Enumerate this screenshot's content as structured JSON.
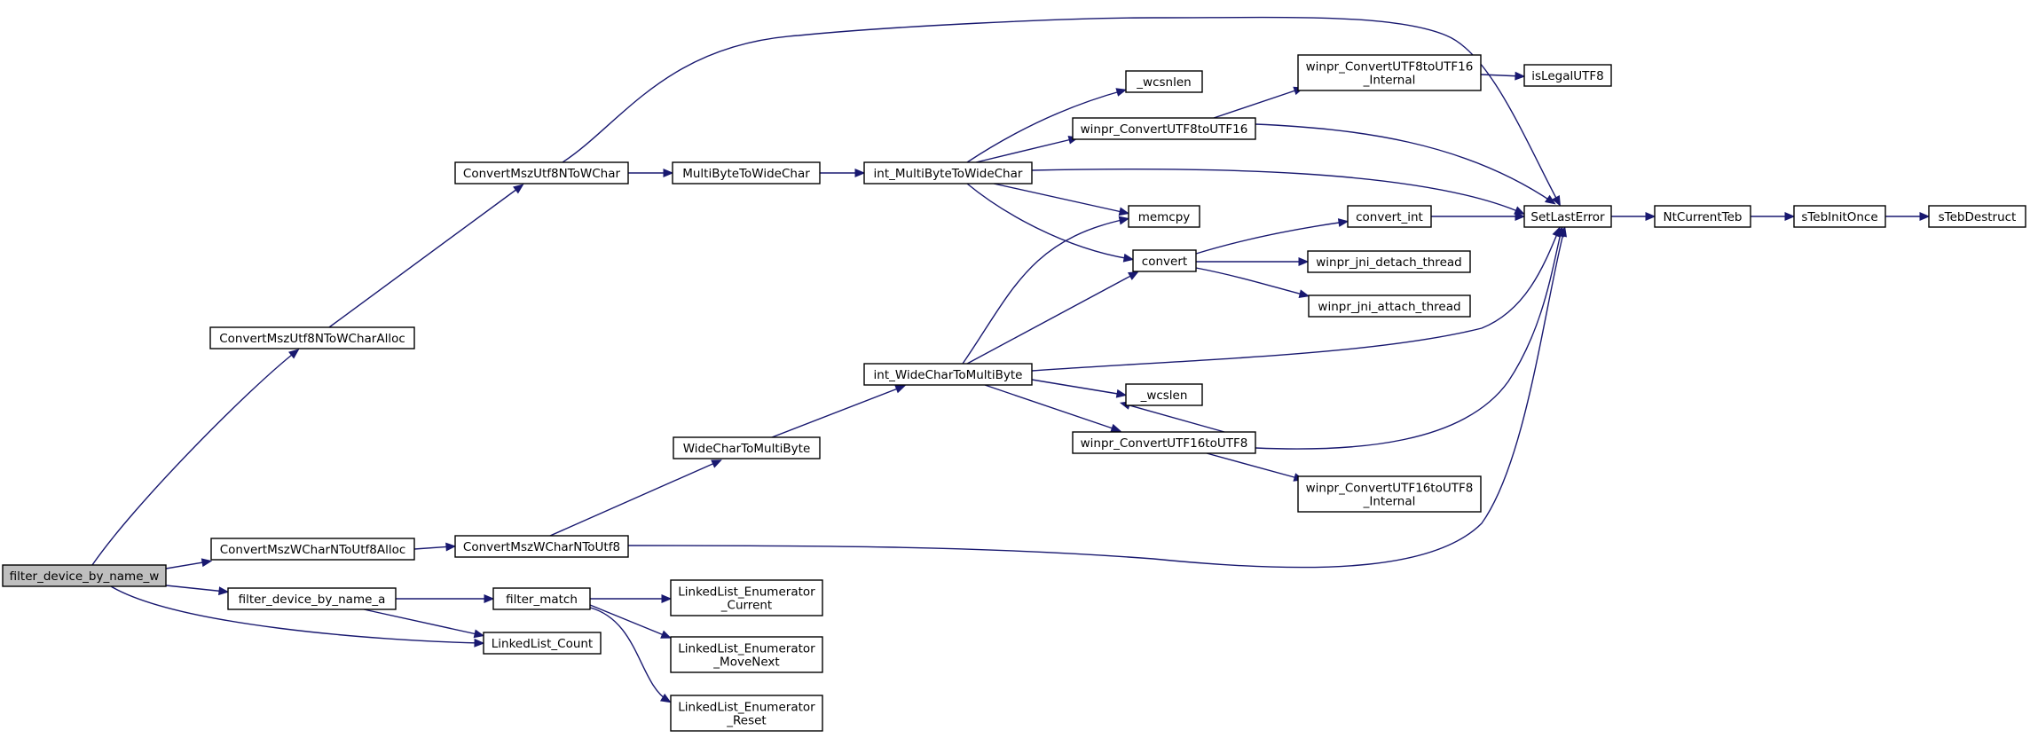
{
  "graph": {
    "root": "filter_device_by_name_w",
    "colors": {
      "edge": "#191970",
      "node_fill": "#ffffff",
      "root_fill": "#bfbfbf",
      "border": "#000000"
    },
    "nodes": [
      {
        "id": "filter_device_by_name_w",
        "lines": [
          "filter_device_by_name_w"
        ]
      },
      {
        "id": "ConvertMszUtf8NToWCharAlloc",
        "lines": [
          "ConvertMszUtf8NToWCharAlloc"
        ]
      },
      {
        "id": "ConvertMszWCharNToUtf8Alloc",
        "lines": [
          "ConvertMszWCharNToUtf8Alloc"
        ]
      },
      {
        "id": "filter_device_by_name_a",
        "lines": [
          "filter_device_by_name_a"
        ]
      },
      {
        "id": "LinkedList_Count",
        "lines": [
          "LinkedList_Count"
        ]
      },
      {
        "id": "ConvertMszUtf8NToWChar",
        "lines": [
          "ConvertMszUtf8NToWChar"
        ]
      },
      {
        "id": "ConvertMszWCharNToUtf8",
        "lines": [
          "ConvertMszWCharNToUtf8"
        ]
      },
      {
        "id": "filter_match",
        "lines": [
          "filter_match"
        ]
      },
      {
        "id": "MultiByteToWideChar",
        "lines": [
          "MultiByteToWideChar"
        ]
      },
      {
        "id": "WideCharToMultiByte",
        "lines": [
          "WideCharToMultiByte"
        ]
      },
      {
        "id": "LinkedList_Enumerator_Current",
        "lines": [
          "LinkedList_Enumerator",
          "_Current"
        ]
      },
      {
        "id": "LinkedList_Enumerator_MoveNext",
        "lines": [
          "LinkedList_Enumerator",
          "_MoveNext"
        ]
      },
      {
        "id": "LinkedList_Enumerator_Reset",
        "lines": [
          "LinkedList_Enumerator",
          "_Reset"
        ]
      },
      {
        "id": "int_MultiByteToWideChar",
        "lines": [
          "int_MultiByteToWideChar"
        ]
      },
      {
        "id": "int_WideCharToMultiByte",
        "lines": [
          "int_WideCharToMultiByte"
        ]
      },
      {
        "id": "_wcsnlen",
        "lines": [
          "_wcsnlen"
        ]
      },
      {
        "id": "winpr_ConvertUTF8toUTF16",
        "lines": [
          "winpr_ConvertUTF8toUTF16"
        ]
      },
      {
        "id": "memcpy",
        "lines": [
          "memcpy"
        ]
      },
      {
        "id": "convert",
        "lines": [
          "convert"
        ]
      },
      {
        "id": "_wcslen",
        "lines": [
          "_wcslen"
        ]
      },
      {
        "id": "winpr_ConvertUTF16toUTF8",
        "lines": [
          "winpr_ConvertUTF16toUTF8"
        ]
      },
      {
        "id": "winpr_ConvertUTF8toUTF16_Internal",
        "lines": [
          "winpr_ConvertUTF8toUTF16",
          "_Internal"
        ]
      },
      {
        "id": "convert_int",
        "lines": [
          "convert_int"
        ]
      },
      {
        "id": "winpr_jni_detach_thread",
        "lines": [
          "winpr_jni_detach_thread"
        ]
      },
      {
        "id": "winpr_jni_attach_thread",
        "lines": [
          "winpr_jni_attach_thread"
        ]
      },
      {
        "id": "winpr_ConvertUTF16toUTF8_Internal",
        "lines": [
          "winpr_ConvertUTF16toUTF8",
          "_Internal"
        ]
      },
      {
        "id": "isLegalUTF8",
        "lines": [
          "isLegalUTF8"
        ]
      },
      {
        "id": "SetLastError",
        "lines": [
          "SetLastError"
        ]
      },
      {
        "id": "NtCurrentTeb",
        "lines": [
          "NtCurrentTeb"
        ]
      },
      {
        "id": "sTebInitOnce",
        "lines": [
          "sTebInitOnce"
        ]
      },
      {
        "id": "sTebDestruct",
        "lines": [
          "sTebDestruct"
        ]
      }
    ],
    "edges": [
      {
        "from": "filter_device_by_name_w",
        "to": "ConvertMszUtf8NToWCharAlloc"
      },
      {
        "from": "filter_device_by_name_w",
        "to": "ConvertMszWCharNToUtf8Alloc"
      },
      {
        "from": "filter_device_by_name_w",
        "to": "filter_device_by_name_a"
      },
      {
        "from": "filter_device_by_name_w",
        "to": "LinkedList_Count"
      },
      {
        "from": "ConvertMszUtf8NToWCharAlloc",
        "to": "ConvertMszUtf8NToWChar"
      },
      {
        "from": "ConvertMszUtf8NToWChar",
        "to": "MultiByteToWideChar"
      },
      {
        "from": "ConvertMszUtf8NToWChar",
        "to": "SetLastError"
      },
      {
        "from": "MultiByteToWideChar",
        "to": "int_MultiByteToWideChar"
      },
      {
        "from": "int_MultiByteToWideChar",
        "to": "_wcsnlen"
      },
      {
        "from": "int_MultiByteToWideChar",
        "to": "winpr_ConvertUTF8toUTF16"
      },
      {
        "from": "int_MultiByteToWideChar",
        "to": "SetLastError"
      },
      {
        "from": "int_MultiByteToWideChar",
        "to": "memcpy"
      },
      {
        "from": "int_MultiByteToWideChar",
        "to": "convert"
      },
      {
        "from": "winpr_ConvertUTF8toUTF16",
        "to": "winpr_ConvertUTF8toUTF16_Internal"
      },
      {
        "from": "winpr_ConvertUTF8toUTF16",
        "to": "SetLastError"
      },
      {
        "from": "winpr_ConvertUTF8toUTF16_Internal",
        "to": "isLegalUTF8"
      },
      {
        "from": "convert",
        "to": "convert_int"
      },
      {
        "from": "convert",
        "to": "winpr_jni_detach_thread"
      },
      {
        "from": "convert",
        "to": "winpr_jni_attach_thread"
      },
      {
        "from": "convert_int",
        "to": "SetLastError"
      },
      {
        "from": "SetLastError",
        "to": "NtCurrentTeb"
      },
      {
        "from": "NtCurrentTeb",
        "to": "sTebInitOnce"
      },
      {
        "from": "sTebInitOnce",
        "to": "sTebDestruct"
      },
      {
        "from": "ConvertMszWCharNToUtf8Alloc",
        "to": "ConvertMszWCharNToUtf8"
      },
      {
        "from": "ConvertMszWCharNToUtf8",
        "to": "WideCharToMultiByte"
      },
      {
        "from": "ConvertMszWCharNToUtf8",
        "to": "SetLastError"
      },
      {
        "from": "WideCharToMultiByte",
        "to": "int_WideCharToMultiByte"
      },
      {
        "from": "int_WideCharToMultiByte",
        "to": "memcpy"
      },
      {
        "from": "int_WideCharToMultiByte",
        "to": "convert"
      },
      {
        "from": "int_WideCharToMultiByte",
        "to": "SetLastError"
      },
      {
        "from": "int_WideCharToMultiByte",
        "to": "_wcslen"
      },
      {
        "from": "int_WideCharToMultiByte",
        "to": "winpr_ConvertUTF16toUTF8"
      },
      {
        "from": "winpr_ConvertUTF16toUTF8",
        "to": "_wcslen"
      },
      {
        "from": "winpr_ConvertUTF16toUTF8",
        "to": "SetLastError"
      },
      {
        "from": "winpr_ConvertUTF16toUTF8",
        "to": "winpr_ConvertUTF16toUTF8_Internal"
      },
      {
        "from": "filter_device_by_name_a",
        "to": "filter_match"
      },
      {
        "from": "filter_device_by_name_a",
        "to": "LinkedList_Count"
      },
      {
        "from": "filter_match",
        "to": "LinkedList_Enumerator_Current"
      },
      {
        "from": "filter_match",
        "to": "LinkedList_Enumerator_MoveNext"
      },
      {
        "from": "filter_match",
        "to": "LinkedList_Enumerator_Reset"
      }
    ]
  }
}
